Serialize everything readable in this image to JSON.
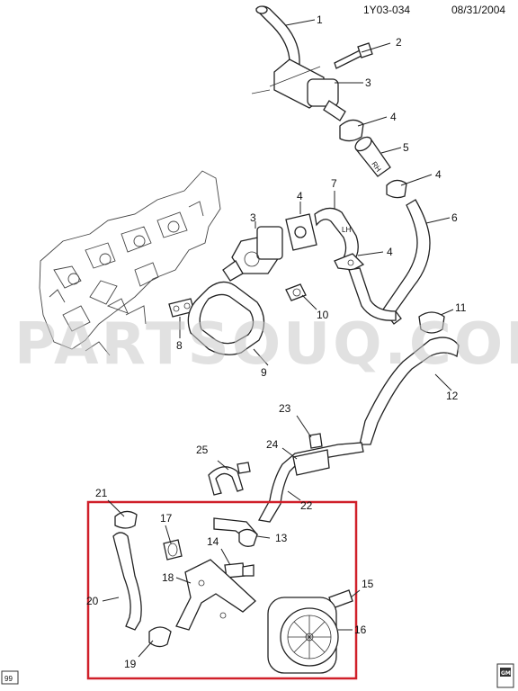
{
  "header": {
    "code": "1Y03-034",
    "date": "08/31/2004"
  },
  "watermark": "PARTSOUQ.COM",
  "page_mark": "99",
  "corner_badge": "GM",
  "part_text": {
    "rh": "RH",
    "lh": "LH"
  },
  "callouts": [
    {
      "id": "c1",
      "text": "1"
    },
    {
      "id": "c2",
      "text": "2"
    },
    {
      "id": "c3a",
      "text": "3"
    },
    {
      "id": "c4a",
      "text": "4"
    },
    {
      "id": "c5",
      "text": "5"
    },
    {
      "id": "c4b",
      "text": "4"
    },
    {
      "id": "c6",
      "text": "6"
    },
    {
      "id": "c7",
      "text": "7"
    },
    {
      "id": "c4c",
      "text": "4"
    },
    {
      "id": "c3b",
      "text": "3"
    },
    {
      "id": "c4d",
      "text": "4"
    },
    {
      "id": "c10",
      "text": "10"
    },
    {
      "id": "c8",
      "text": "8"
    },
    {
      "id": "c9",
      "text": "9"
    },
    {
      "id": "c11",
      "text": "11"
    },
    {
      "id": "c12",
      "text": "12"
    },
    {
      "id": "c23",
      "text": "23"
    },
    {
      "id": "c24",
      "text": "24"
    },
    {
      "id": "c25",
      "text": "25"
    },
    {
      "id": "c22",
      "text": "22"
    },
    {
      "id": "c21",
      "text": "21"
    },
    {
      "id": "c17",
      "text": "17"
    },
    {
      "id": "c13",
      "text": "13"
    },
    {
      "id": "c14",
      "text": "14"
    },
    {
      "id": "c18",
      "text": "18"
    },
    {
      "id": "c15",
      "text": "15"
    },
    {
      "id": "c20",
      "text": "20"
    },
    {
      "id": "c16",
      "text": "16"
    },
    {
      "id": "c19",
      "text": "19"
    }
  ],
  "colors": {
    "highlight": "#d0202a",
    "line": "#222222",
    "watermark": "#c9c9c9"
  }
}
